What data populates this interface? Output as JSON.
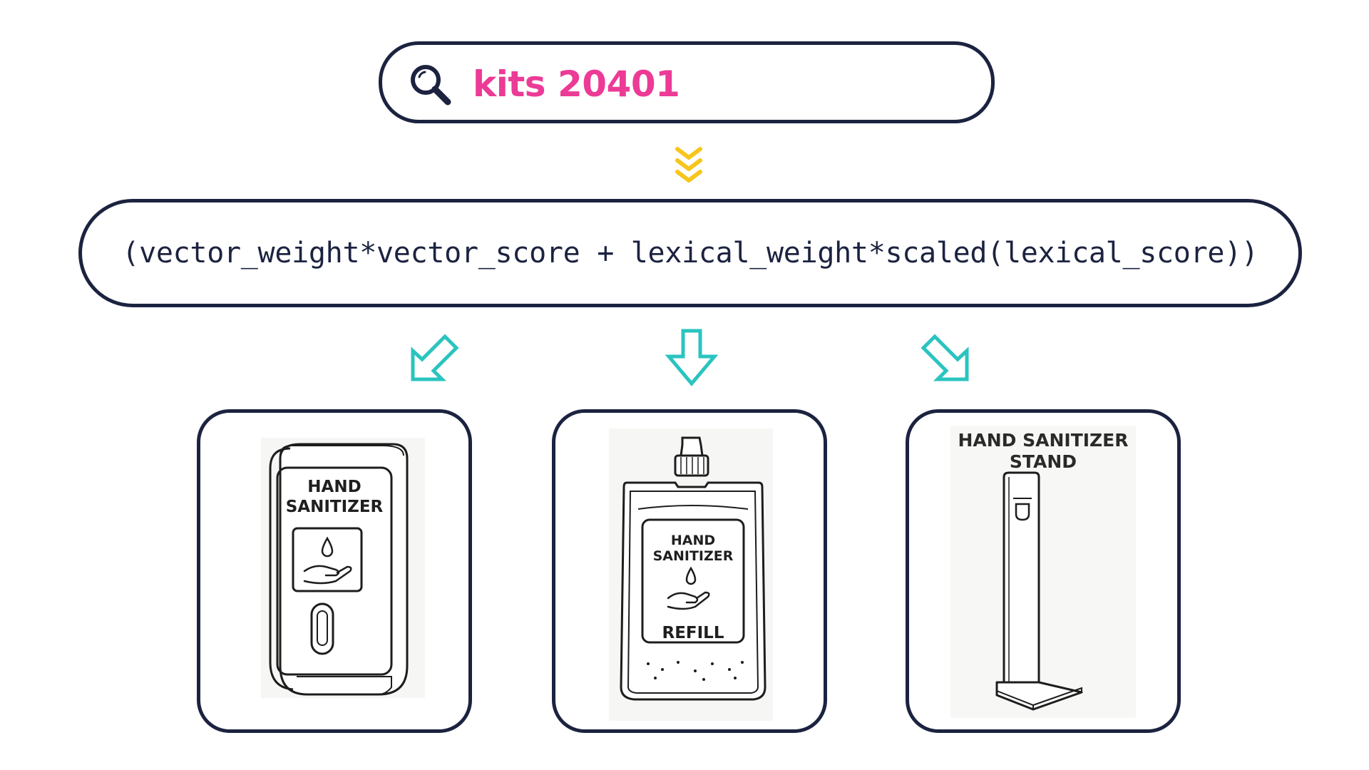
{
  "search": {
    "query": "kits 20401",
    "icon": "search-icon"
  },
  "formula": {
    "text": "(vector_weight*vector_score + lexical_weight*scaled(lexical_score))"
  },
  "colors": {
    "navy": "#1c2340",
    "query_pink": "#ec3b96",
    "chevron_yellow": "#f7c61c",
    "arrow_teal": "#2ac4c0"
  },
  "results": [
    {
      "label_line1": "HAND",
      "label_line2": "SANITIZER",
      "illustration": "wall-dispenser"
    },
    {
      "label_line1": "HAND",
      "label_line2": "SANITIZER",
      "label_line3": "REFILL",
      "illustration": "refill-pouch"
    },
    {
      "label_line1": "HAND SANITIZER",
      "label_line2": "STAND",
      "illustration": "floor-stand"
    }
  ]
}
